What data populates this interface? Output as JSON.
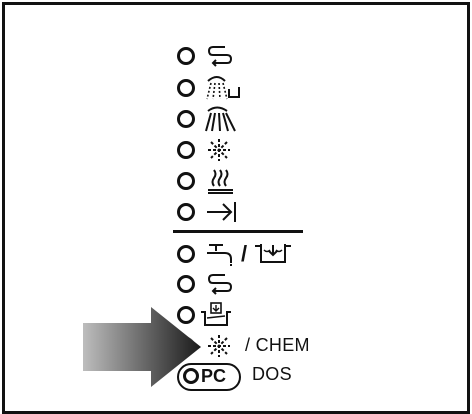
{
  "panel": {
    "rows": [
      {
        "icon": "recirculation-icon"
      },
      {
        "icon": "prewash-spray-icon"
      },
      {
        "icon": "main-wash-spray-icon"
      },
      {
        "icon": "cold-rinse-icon"
      },
      {
        "icon": "hot-rinse-icon"
      },
      {
        "icon": "drain-arrow-icon"
      },
      {
        "icon": "water-fill-icon"
      },
      {
        "icon": "recirculation-icon"
      },
      {
        "icon": "detergent-dosing-icon"
      },
      {
        "icon": "cold-chem-icon"
      }
    ],
    "chem_label": "/ CHEM",
    "dos_label": "DOS",
    "pc_label": "PC",
    "fill_separator": "/"
  },
  "colors": {
    "ink": "#111111",
    "arrow_dark": "#1a1a1a",
    "arrow_light": "#bdbdbd"
  }
}
